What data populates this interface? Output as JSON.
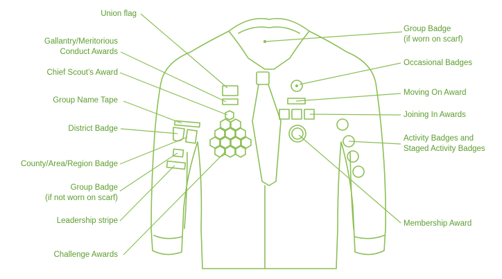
{
  "colors": {
    "accent": "#8cbf55",
    "text": "#5c9d2e",
    "background": "#ffffff"
  },
  "labels": {
    "union_flag": "Union flag",
    "gallantry": [
      "Gallantry/Meritorious",
      "Conduct Awards"
    ],
    "chief_scout": "Chief Scout’s Award",
    "group_name_tape": "Group Name Tape",
    "district_badge": "District Badge",
    "county_badge": "County/Area/Region Badge",
    "group_badge_not_scarf": [
      "Group Badge",
      "(if not worn on scarf)"
    ],
    "leadership_stripe": "Leadership stripe",
    "challenge_awards": "Challenge Awards",
    "group_badge_scarf": [
      "Group Badge",
      "(if worn on scarf)"
    ],
    "occasional_badges": "Occasional Badges",
    "moving_on_award": "Moving On Award",
    "joining_in_awards": "Joining In Awards",
    "activity_badges": [
      "Activity Badges and",
      "Staged Activity Badges"
    ],
    "membership_award": "Membership Award"
  }
}
